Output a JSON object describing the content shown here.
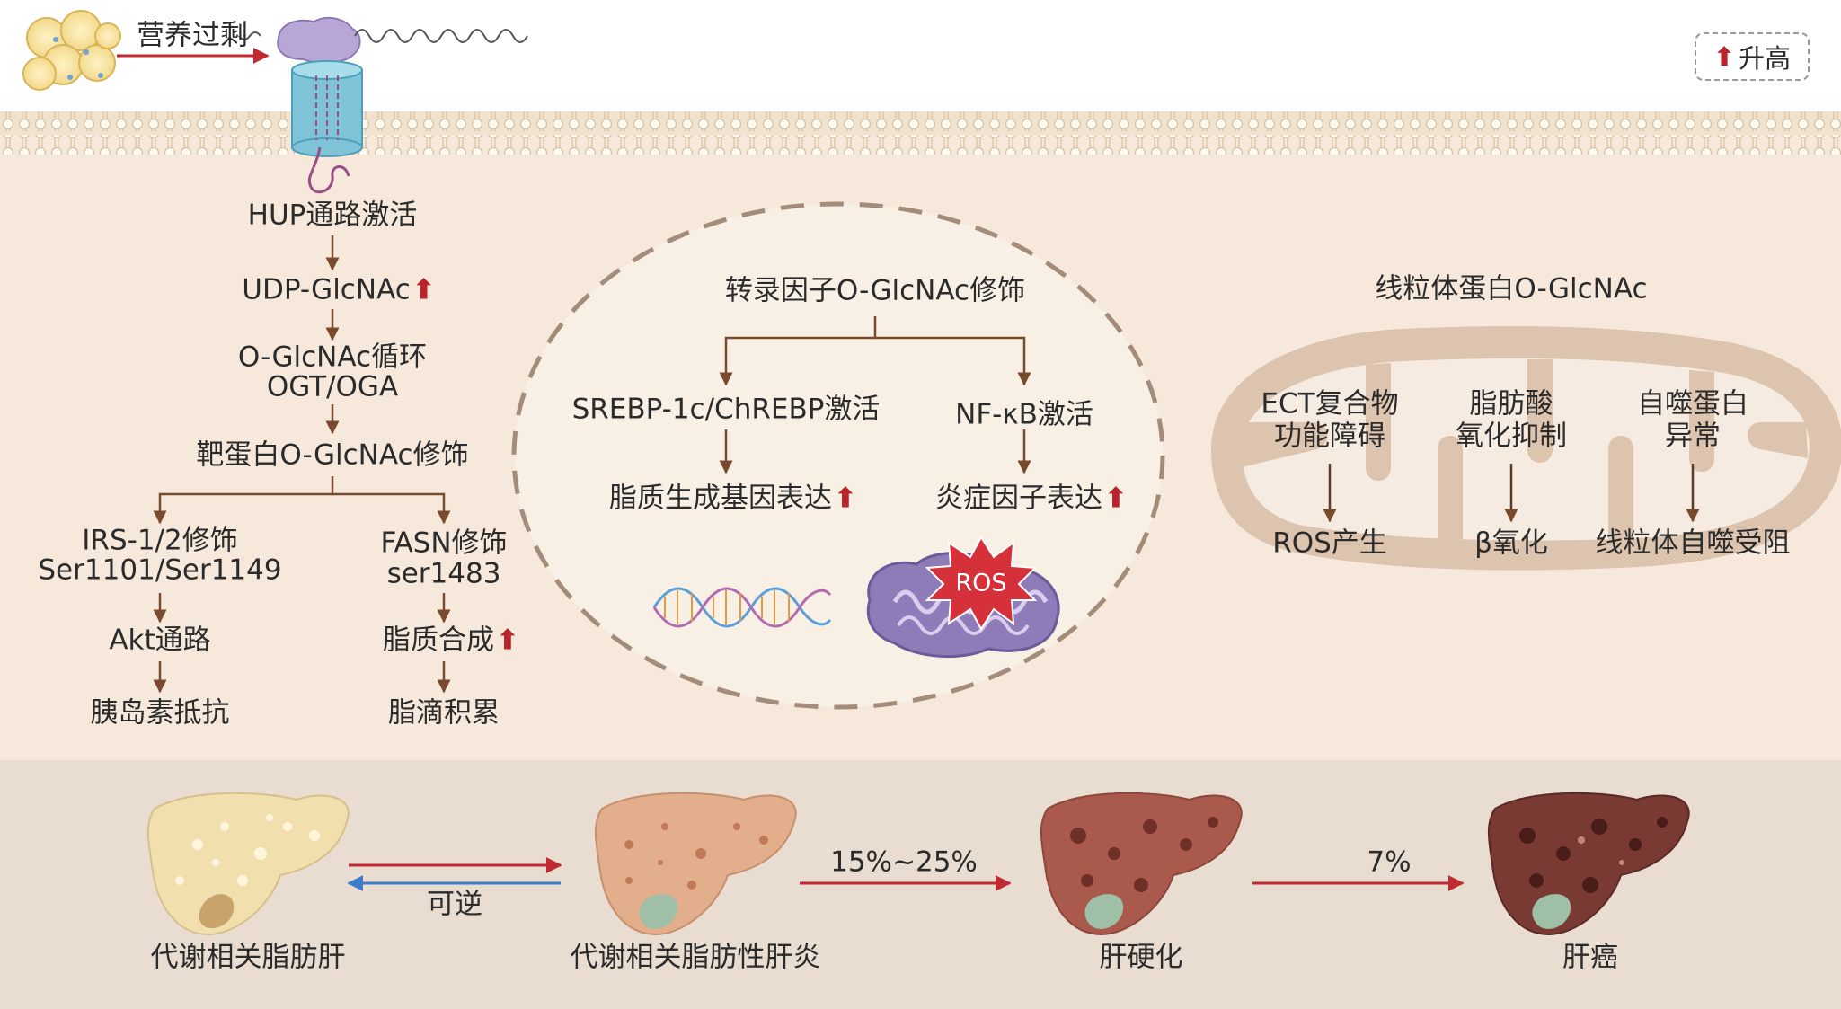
{
  "legend": {
    "arrow": "⬆",
    "text": "升高"
  },
  "top": {
    "nutrition_label": "营养过剩"
  },
  "left_pathway": {
    "hup": "HUP通路激活",
    "udp": "UDP-GlcNAc",
    "cycle_1": "O-GlcNAc循环",
    "cycle_2": "OGT/OGA",
    "target": "靶蛋白O-GlcNAc修饰",
    "irs_1": "IRS-1/2修饰",
    "irs_2": "Ser1101/Ser1149",
    "akt": "Akt通路",
    "insulin": "胰岛素抵抗",
    "fasn_1": "FASN修饰",
    "fasn_2": "ser1483",
    "lipid_synthesis": "脂质合成",
    "lipid_droplet": "脂滴积累"
  },
  "nucleus": {
    "title": "转录因子O-GlcNAc修饰",
    "srebp": "SREBP-1c/ChREBP激活",
    "lipogenic": "脂质生成基因表达",
    "nfkb": "NF-κB激活",
    "inflammation": "炎症因子表达",
    "ros": "ROS"
  },
  "mitochondria": {
    "title": "线粒体蛋白O-GlcNAc",
    "etc_1": "ECT复合物",
    "etc_2": "功能障碍",
    "ros_gen": "ROS产生",
    "fa_1": "脂肪酸",
    "fa_2": "氧化抑制",
    "beta": "β氧化",
    "auto_1": "自噬蛋白",
    "auto_2": "异常",
    "mitophagy": "线粒体自噬受阻"
  },
  "disease": {
    "stage1": "代谢相关脂肪肝",
    "stage2": "代谢相关脂肪性肝炎",
    "stage3": "肝硬化",
    "stage4": "肝癌",
    "reversible": "可逆",
    "p1": "15%~25%",
    "p2": "7%"
  },
  "colors": {
    "cell_bg": "#f6e9dc",
    "bottom_bg": "#e9dcd0",
    "membrane": "#c9a98a",
    "arrow_brown": "#7a4a2e",
    "arrow_red": "#c02a30",
    "arrow_blue": "#3d7cc9",
    "up_red": "#b8242a"
  }
}
